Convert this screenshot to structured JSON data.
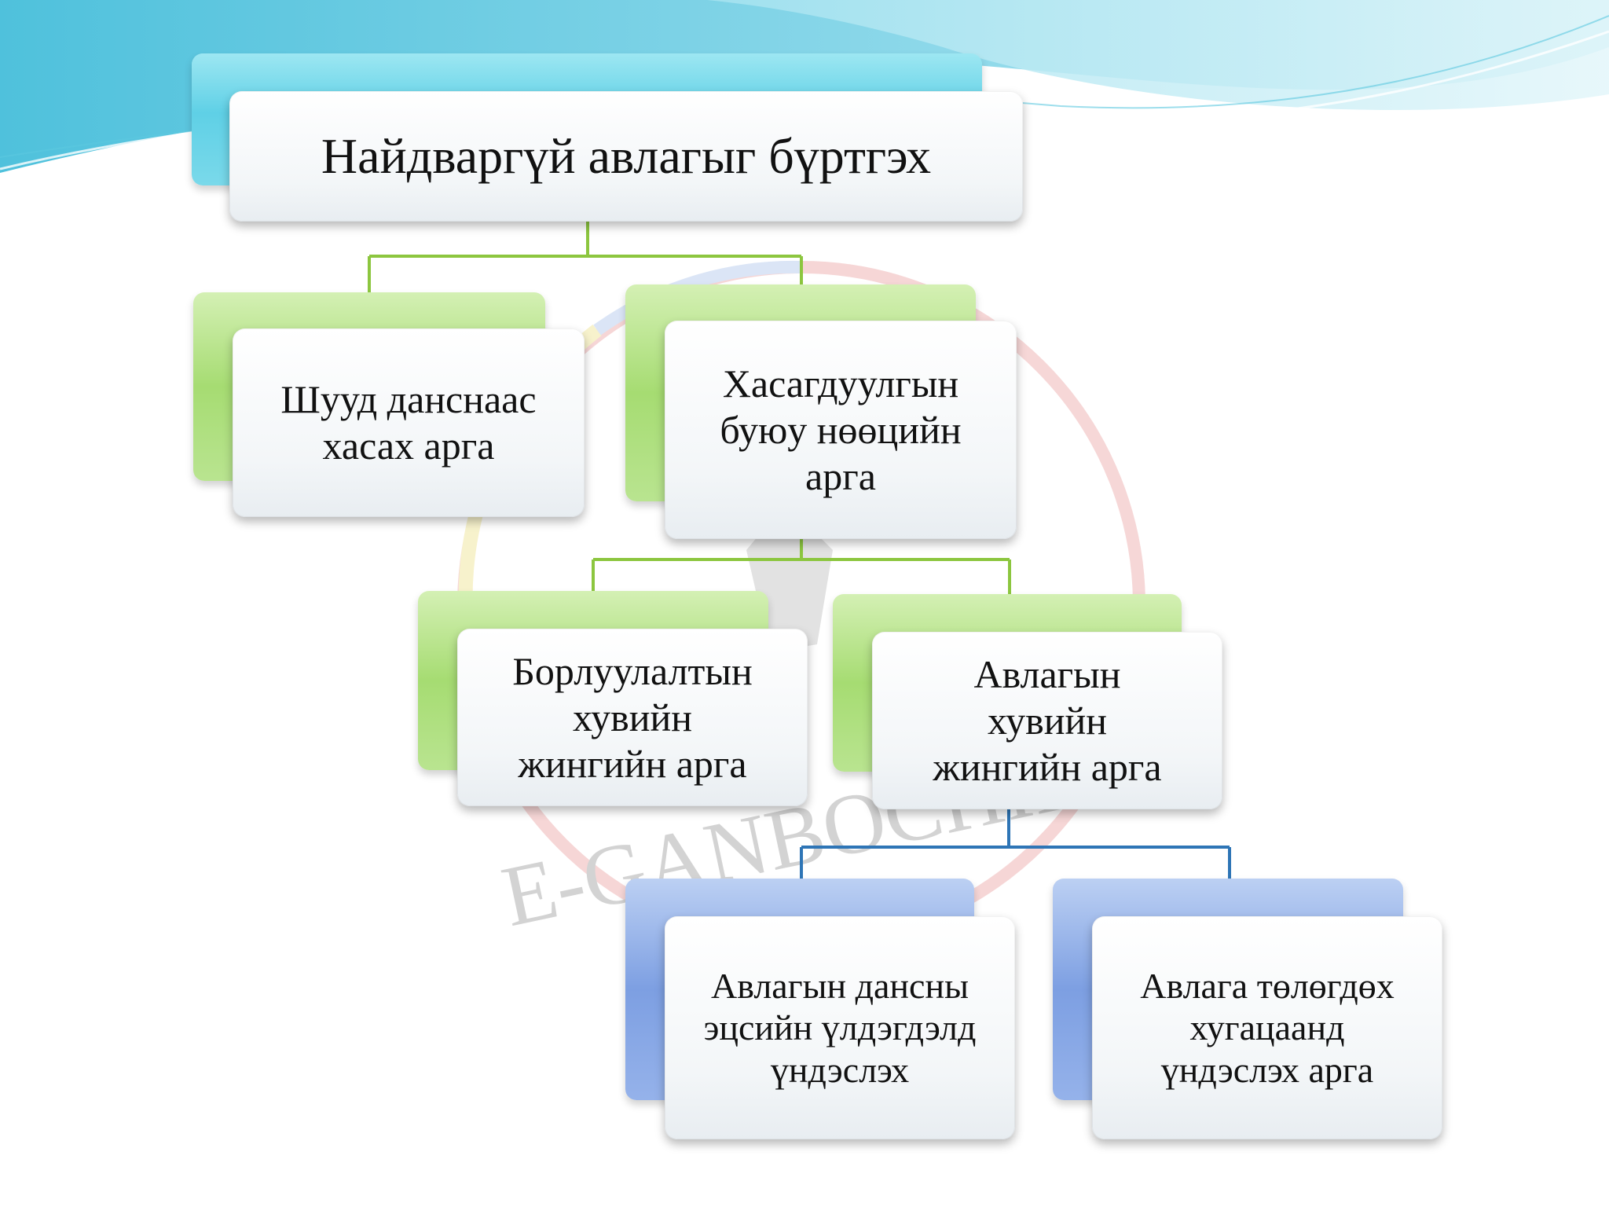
{
  "diagram": {
    "root": {
      "label": "Найдваргүй авлагыг бүртгэх"
    },
    "level2": [
      {
        "label": "Шууд данснаас\nхасах арга"
      },
      {
        "label": "Хасагдуулгын\nбуюу нөөцийн\nарга"
      }
    ],
    "level3": [
      {
        "label": "Борлуулалтын\nхувийн\nжингийн арга"
      },
      {
        "label": "Авлагын\nхувийн\nжингийн арга"
      }
    ],
    "level4": [
      {
        "label": "Авлагын дансны\nэцсийн үлдэгдэлд\nүндэслэх"
      },
      {
        "label": "Авлага төлөгдөх\nхугацаанд\nүндэслэх арга"
      }
    ]
  },
  "colors": {
    "root_tab": "#5fd0e6",
    "level2_tab": "#a6dc72",
    "level3_tab": "#a6dc72",
    "level4_tab": "#7d9fe2",
    "connector_green": "#8cc63f",
    "connector_blue": "#2e75b6"
  },
  "watermark": {
    "text": "E-GANBOCHIR"
  }
}
